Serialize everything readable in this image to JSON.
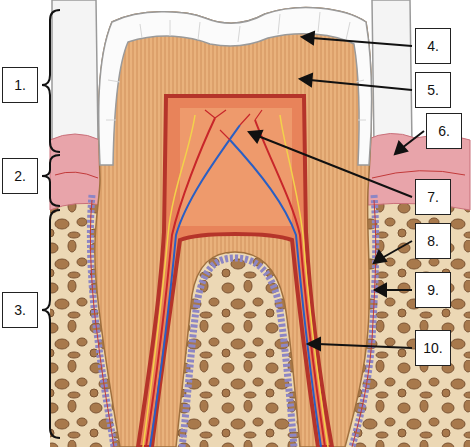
{
  "diagram": {
    "nodes": [
      {
        "text": [
          "1."
        ]
      },
      {
        "text": [
          "2."
        ]
      },
      {
        "text": [
          "3."
        ]
      },
      {
        "text": [
          "4."
        ]
      },
      {
        "text": [
          "5."
        ]
      },
      {
        "text": [
          "6."
        ]
      },
      {
        "text": [
          "7."
        ]
      },
      {
        "text": [
          "8."
        ]
      },
      {
        "text": [
          "9."
        ]
      },
      {
        "text": [
          "10."
        ]
      }
    ]
  }
}
